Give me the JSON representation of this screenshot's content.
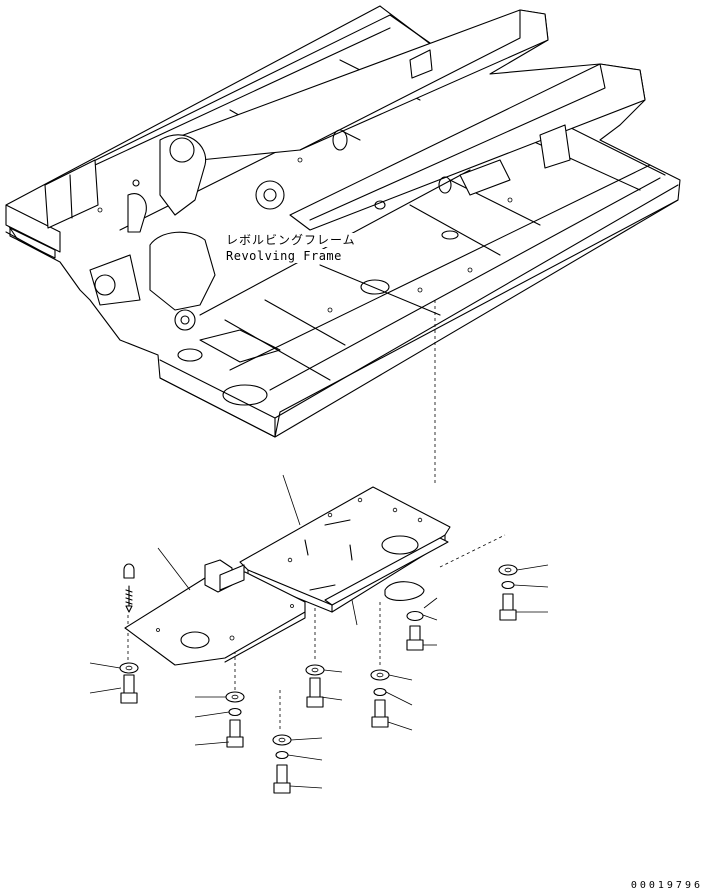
{
  "diagram": {
    "assembly_label_jp": "レボルビングフレーム",
    "assembly_label_en": "Revolving Frame",
    "drawing_code": "00019796"
  }
}
